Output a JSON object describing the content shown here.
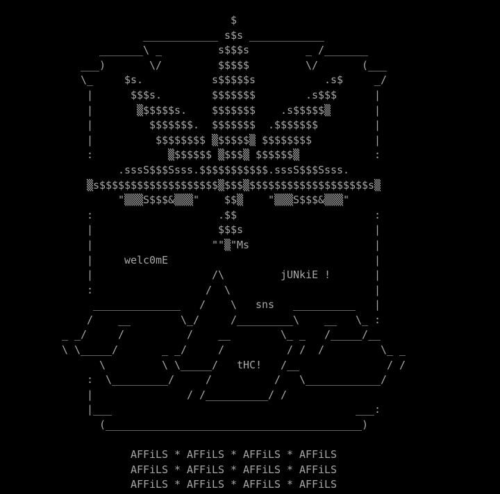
{
  "art": {
    "lines": [
      "                           $",
      "             ____________ s$s ____________",
      "      _______\\ _         s$$$s         _ /_______",
      "   ___)       \\/         $$$$$         \\/       (___",
      "   \\_     $s.           s$$$$$s           .s$     _/",
      "    |      $$$s.        $$$$$$$        .s$$$      |",
      "    |       ▒$$$$$s.    $$$$$$$    .s$$$$$▒       |",
      "    |         $$$$$$$.  $$$$$$$  .$$$$$$$         |",
      "    |          $$$$$$$$ ▒$$$$$▒ $$$$$$$$          |",
      "    :            ▒$$$$$$ ▒$$$▒ $$$$$$▒            :",
      "         .sssS$$$Ssss.$$$$$$$$$$$.sssS$$$Ssss.",
      "    ▒s$$$$$$$$$$$$$$$$$$$▒$$$▒$$$$$$$$$$$$$$$$$$$s▒",
      "         \"▒▒▒S$$$&▒▒▒\"    $$▒    \"▒▒▒S$$$&▒▒▒\"",
      "    :                    .$$                      :",
      "    |                    $$$s                     |",
      "    |                   \"\"▒\"Ms                    |",
      "    |     welc0mE                                 |",
      "    |                   /\\         jUNkiE !       |",
      "    :                  /  \\                       |",
      "     ______________   /    \\   sns   __________   |",
      "    /    __        \\_/     /_________\\    __   \\_ :",
      "_ _/     /          /    __        \\_ _   /_____/__",
      "\\ \\_____/       _ _/     /          / /  /         \\_ _",
      "      \\         \\ \\_____/   tHC!   /__              / /",
      "    :  \\_________/     /          /   \\____________/",
      "    |               / /__________/ /",
      "    |___                                       ___:",
      "      (_________________________________________)",
      "",
      "           AFFiLS * AFFiLS * AFFiLS * AFFiLS",
      "           AFFiLS * AFFiLS * AFFiLS * AFFiLS",
      "           AFFiLS * AFFiLS * AFFiLS * AFFiLS"
    ]
  },
  "colors": {
    "background": "#000000",
    "text": "#a8a8a8"
  }
}
